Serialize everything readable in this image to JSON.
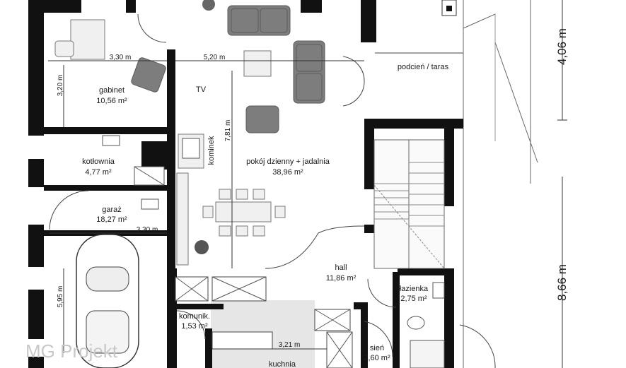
{
  "rooms": {
    "gabinet": {
      "name": "gabinet",
      "area": "10,56 m²"
    },
    "kotlownia": {
      "name": "kotłownia",
      "area": "4,77 m²"
    },
    "garaz": {
      "name": "garaż",
      "area": "18,27 m²"
    },
    "pokoj": {
      "name": "pokój dzienny + jadalnia",
      "area": "38,96 m²"
    },
    "hall": {
      "name": "hall",
      "area": "11,86 m²"
    },
    "lazienka": {
      "name": "łazienka",
      "area": "2,75 m²"
    },
    "komunik": {
      "name": "komunik.",
      "area": "1,53 m²"
    },
    "sien": {
      "name": "sień",
      "area": "2,60 m²"
    },
    "kuchnia": {
      "name": "kuchnia"
    },
    "podcien": {
      "name": "podcień / taras"
    }
  },
  "labels": {
    "tv": "TV",
    "kominek": "kominek"
  },
  "dimensions": {
    "gabinet_width": "3,30 m",
    "gabinet_height": "3,20 m",
    "living_width": "5,20 m",
    "living_height": "7,81 m",
    "garage_width": "3,30 m",
    "garage_height": "5,95 m",
    "kitchen_width": "3,21 m",
    "overall_top": "4,06 m",
    "overall_bottom": "8,66 m"
  },
  "watermark": "MG Projekt"
}
